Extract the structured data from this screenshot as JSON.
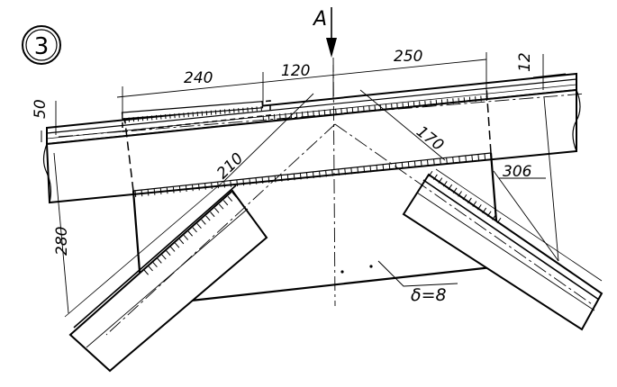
{
  "figure": {
    "number": "3",
    "view_label": "A",
    "thickness_note": "δ=8"
  },
  "dimensions": {
    "weld_left": "240",
    "gap_center": "120",
    "weld_right": "250",
    "flange_offset": "12",
    "flange_depth": "50",
    "diag_left": "210",
    "diag_right": "170",
    "height_left": "280",
    "height_right": "306"
  },
  "colors": {
    "ink": "#000000",
    "paper": "#ffffff"
  }
}
